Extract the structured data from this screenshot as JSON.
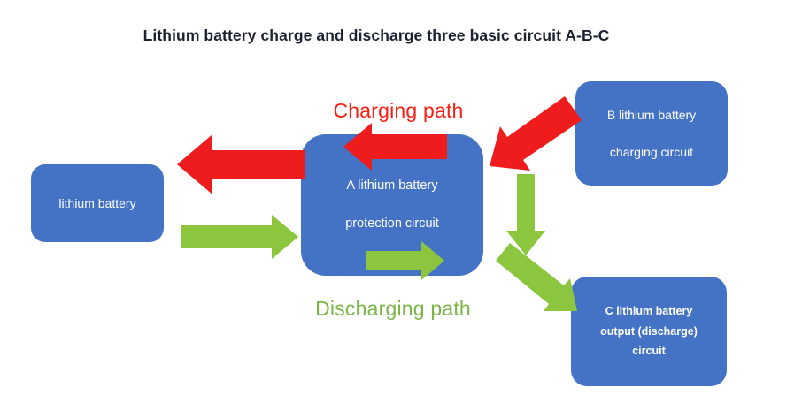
{
  "title": "Lithium battery charge and discharge three basic circuit A-B-C",
  "paths": {
    "charging_label": "Charging path",
    "discharging_label": "Discharging path"
  },
  "nodes": {
    "battery": {
      "lines": [
        "lithium battery"
      ]
    },
    "a_protection": {
      "lines": [
        "A lithium battery",
        "protection circuit"
      ]
    },
    "b_charging": {
      "lines": [
        "B lithium battery",
        "charging circuit"
      ]
    },
    "c_output": {
      "lines": [
        "C lithium battery",
        "output (discharge)",
        "circuit"
      ]
    }
  },
  "colors": {
    "box_fill": "#4472C4",
    "box_text": "#FFFFFF",
    "arrow_red": "#EE1C1C",
    "arrow_red_stroke": "#C00000",
    "arrow_green": "#8CC63E",
    "arrow_green_stroke": "#70AD47",
    "charging_text": "#FB1D12",
    "discharging_text": "#7AB648",
    "title_text": "#1B2230"
  }
}
